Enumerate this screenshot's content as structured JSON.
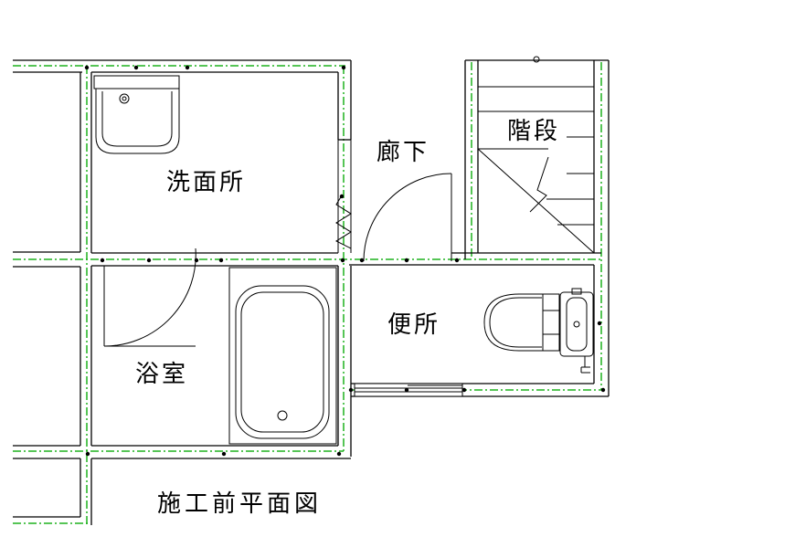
{
  "title": "施工前平面図",
  "rooms": {
    "washroom": "洗面所",
    "corridor": "廊下",
    "stairs": "階段",
    "toilet": "便所",
    "bathroom": "浴室"
  },
  "colors": {
    "wall": "#000000",
    "grid_line": "#1fb21f",
    "background": "#ffffff"
  }
}
